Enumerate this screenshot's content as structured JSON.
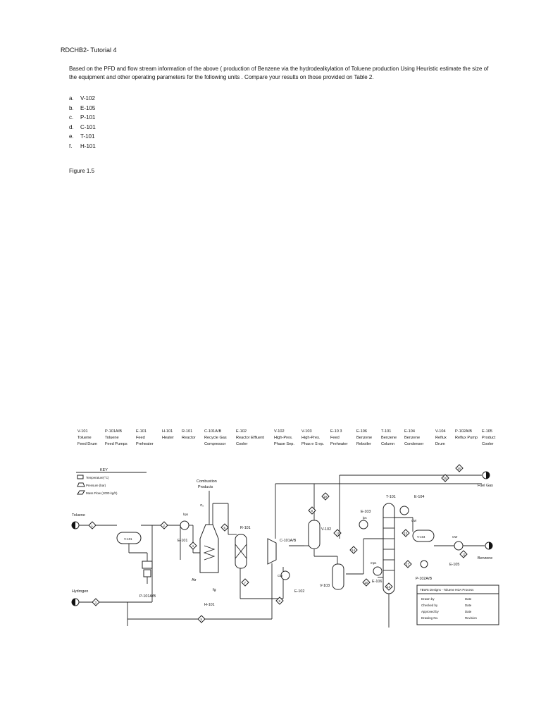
{
  "document": {
    "title": "RDCHB2- Tutorial 4",
    "question": "Based on the  PFD and flow stream information  of   the above ( production of  Benzene via the hydrodealkylation of  Toluene production  Using Heuristic estimate the size of the equipment and other operating parameters for the following units . Compare your results on those provided on Table 2.",
    "tasks": [
      {
        "letter": "a.",
        "unit": "V-102"
      },
      {
        "letter": "b.",
        "unit": "E-105"
      },
      {
        "letter": "c.",
        "unit": "P-101"
      },
      {
        "letter": "d.",
        "unit": "C-101"
      },
      {
        "letter": "e.",
        "unit": "T-101"
      },
      {
        "letter": "f.",
        "unit": "H-101"
      }
    ],
    "figure_caption": "Figure 1.5"
  },
  "pfd": {
    "equipment_header": [
      {
        "tag": "V-101",
        "line1": "Toluene",
        "line2": "Feed Drum"
      },
      {
        "tag": "P-101A/B",
        "line1": "Toluene",
        "line2": "Feed Pumps"
      },
      {
        "tag": "E-101",
        "line1": "Feed",
        "line2": "Preheater"
      },
      {
        "tag": "H-101",
        "line1": "Heater",
        "line2": ""
      },
      {
        "tag": "R-101",
        "line1": "Reactor",
        "line2": ""
      },
      {
        "tag": "C-101A/B",
        "line1": "Recycle Gas",
        "line2": "Compressor"
      },
      {
        "tag": "E-102",
        "line1": "Reactor Effluent",
        "line2": "Cooler"
      },
      {
        "tag": "V-102",
        "line1": "High-Pres.",
        "line2": "Phase Sep."
      },
      {
        "tag": "V-103",
        "line1": "High-Pres.",
        "line2": "Phas e S ep."
      },
      {
        "tag": "E-10 3",
        "line1": "Feed",
        "line2": "Preheater"
      },
      {
        "tag": "E-106",
        "line1": "Benzene",
        "line2": "Reboiler"
      },
      {
        "tag": "T-101",
        "line1": "Benzene",
        "line2": "Column"
      },
      {
        "tag": "E-104",
        "line1": "Benzene",
        "line2": "Condenser"
      },
      {
        "tag": "V-104",
        "line1": "Reflux",
        "line2": "Drum"
      },
      {
        "tag": "P-102A/B",
        "line1": "Reflux Pump",
        "line2": ""
      },
      {
        "tag": "E-105",
        "line1": "Product",
        "line2": "Cooler"
      }
    ],
    "key": {
      "title": "KEY",
      "temperature": "Temperature(°C)",
      "pressure": "Pressure (bar)",
      "mass_flow": "Mass Flow (1000 kg/h)"
    },
    "labels": {
      "toluene": "Toluene",
      "hydrogen": "Hydrogen",
      "combustion": "Combustion",
      "products": "Products",
      "air": "Air",
      "fg": "fg",
      "fuel_gas": "Fuel Gas",
      "benzene": "Benzene",
      "hps": "hps",
      "lps": "lps",
      "mps": "mps",
      "cw": "CW",
      "o2": "O₂",
      "v101": "V-101",
      "p101": "P-101A/B",
      "e101": "E-101",
      "h101": "H-101",
      "r101": "R-101",
      "c101": "C-101A/B",
      "e102": "E-102",
      "v102": "V-102",
      "v103": "V-103",
      "e103": "E-103",
      "e104": "E-104",
      "e105": "E-105",
      "e106": "E-106",
      "t101": "T-101",
      "v104": "V-104",
      "p102": "P-102A/B"
    },
    "title_block": {
      "title": "TBWS Designs - Toluene HDA Process",
      "rows": [
        {
          "left": "Drawn by",
          "right": "Date"
        },
        {
          "left": "Checked by",
          "right": "Date"
        },
        {
          "left": "Approved by",
          "right": "Date"
        },
        {
          "left": "Drawing No.",
          "right": "Revision"
        }
      ]
    },
    "streams": [
      "1",
      "2",
      "3",
      "4",
      "5",
      "6",
      "7",
      "8",
      "9",
      "10",
      "11",
      "12",
      "13",
      "14",
      "15",
      "16",
      "17",
      "18",
      "19"
    ]
  }
}
